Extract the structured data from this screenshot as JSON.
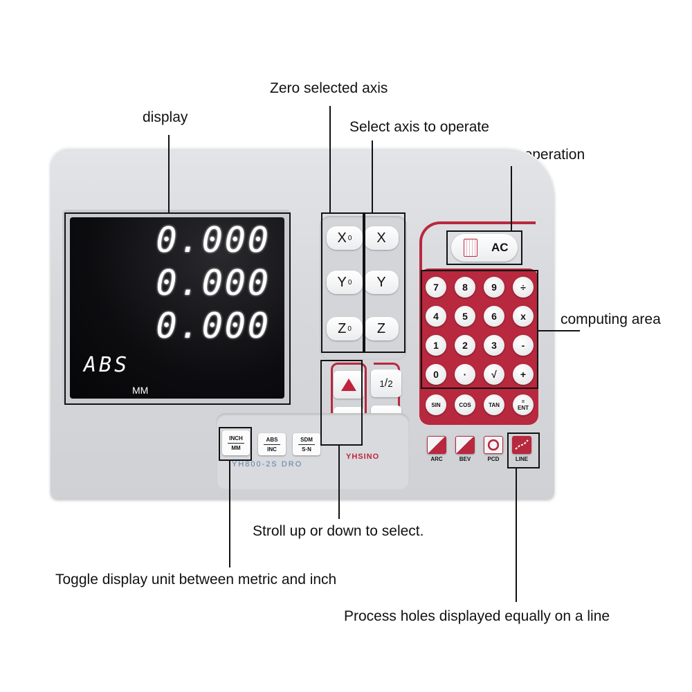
{
  "callouts": {
    "display": "display",
    "zero_axis": "Zero selected axis",
    "select_axis": "Select axis to operate",
    "cancel": "Cancel incorrect operation",
    "computing": "computing area",
    "scroll": "Stroll up or down to select.",
    "toggle_unit": "Toggle display unit between metric and inch",
    "line_holes": "Process holes displayed equally on a line"
  },
  "screen": {
    "x_value": "0.000",
    "y_value": "0.000",
    "z_value": "0.000",
    "mode": "ABS",
    "unit": "MM"
  },
  "axis_keys": {
    "x_zero": "X",
    "y_zero": "Y",
    "z_zero": "Z",
    "zero_sub": "0",
    "x": "X",
    "y": "Y",
    "z": "Z"
  },
  "frac_keys": {
    "half_num": "1",
    "half_den": "2",
    "pm_top": "+",
    "pm_bottom": "-"
  },
  "lower_keys": {
    "inch_mm_top": "INCH",
    "inch_mm_bottom": "MM",
    "abs_inc_top": "ABS",
    "abs_inc_bottom": "INC",
    "sdm_sn_top": "SDM",
    "sdm_sn_bottom": "S·N"
  },
  "model_text": "YH800-2S DRO",
  "brand_text": "YHSINO",
  "ac_label": "AC",
  "calc_keys": [
    [
      "7",
      "8",
      "9",
      "÷"
    ],
    [
      "4",
      "5",
      "6",
      "x"
    ],
    [
      "1",
      "2",
      "3",
      "-"
    ],
    [
      "0",
      "·",
      "√",
      "+"
    ]
  ],
  "trig_keys": [
    "SIN",
    "COS",
    "TAN"
  ],
  "ent_key": {
    "top": "=",
    "bottom": "ENT"
  },
  "func_keys": [
    "ARC",
    "BEV",
    "PCD",
    "LINE"
  ],
  "colors": {
    "accent": "#b8283e",
    "pad": "#b8283e",
    "screen": "#0d0d10"
  }
}
